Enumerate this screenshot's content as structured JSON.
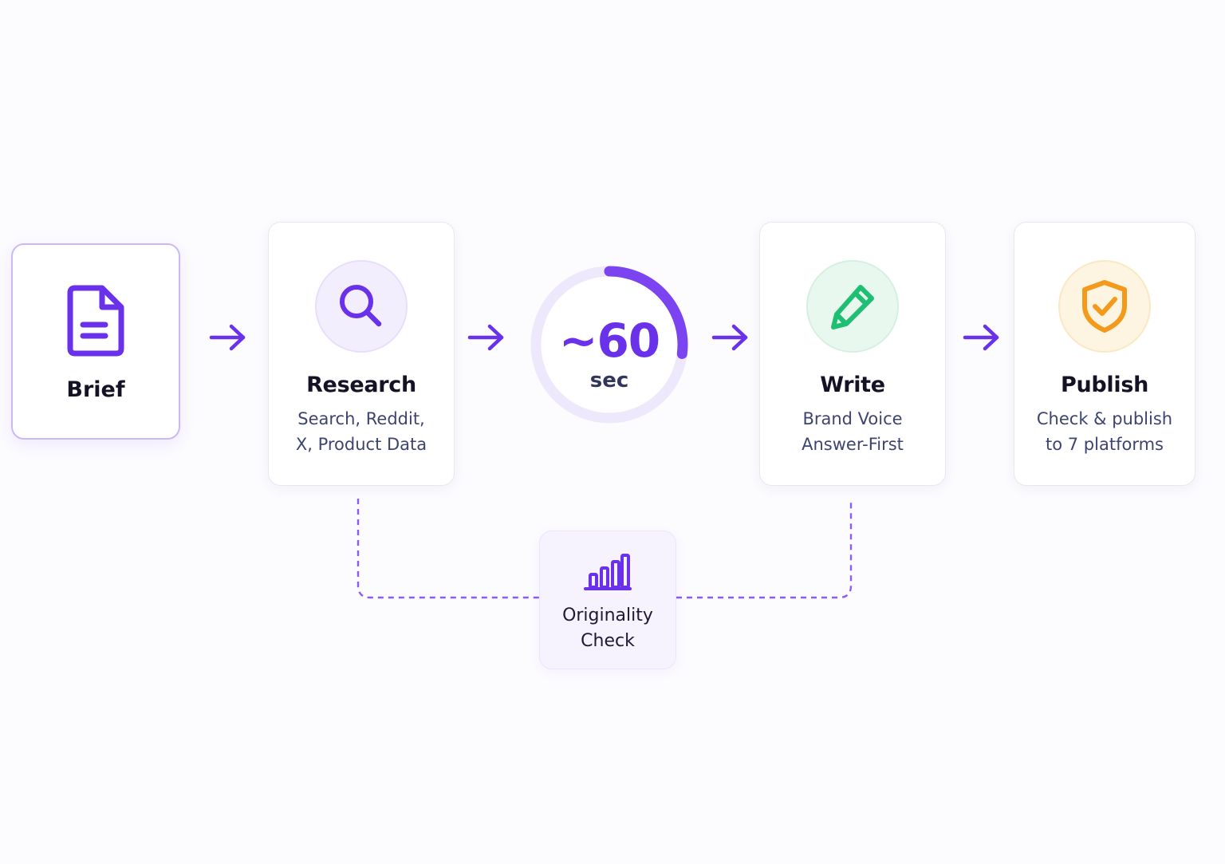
{
  "steps": {
    "brief": {
      "title": "Brief"
    },
    "research": {
      "title": "Research",
      "lines": [
        "Search, Reddit,",
        "X, Product Data"
      ]
    },
    "write": {
      "title": "Write",
      "lines": [
        "Brand Voice",
        "Answer-First"
      ]
    },
    "publish": {
      "title": "Publish",
      "lines": [
        "Check & publish",
        "to 7 platforms"
      ]
    }
  },
  "timer": {
    "value": "~60",
    "unit": "sec",
    "progress": 0.27
  },
  "originality": {
    "lines": [
      "Originality",
      "Check"
    ]
  },
  "colors": {
    "accent": "#6a31ea",
    "green": "#1fbf73",
    "amber": "#f39a1c",
    "dashed": "#8c5cf0"
  },
  "icons": {
    "brief": "document-icon",
    "research": "search-icon",
    "write": "pencil-icon",
    "publish": "shield-check-icon",
    "originality": "bar-chart-icon",
    "arrow": "arrow-right-icon"
  }
}
